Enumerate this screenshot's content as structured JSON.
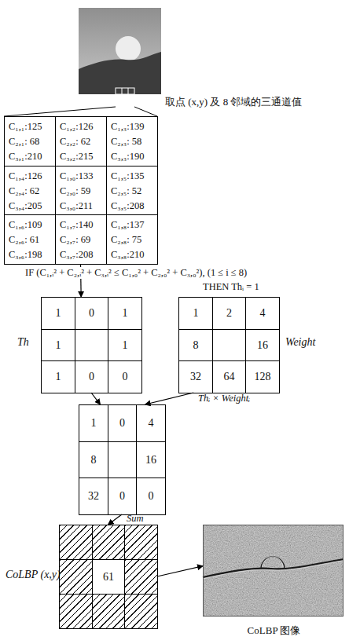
{
  "diagram": {
    "nodes": [
      {
        "text": []
      },
      {
        "text": [
          "C₁,₁:125",
          "C₂,₁: 68",
          "C₃,₁:210"
        ],
        "in": 0
      },
      {
        "text": [
          "C₁,₂:126",
          "C₂,₂: 62",
          "C₃,₂:215"
        ],
        "in": 0
      },
      {
        "text": [
          "C₁,₃:139",
          "C₂,₃: 58",
          "C₃,₃:190"
        ],
        "in": 0
      },
      {
        "text": [
          "C₁,₄:126",
          "C₂,₄: 62",
          "C₃,₄:205"
        ],
        "in": 0
      },
      {
        "text": [
          "C₁,₀:133",
          "C₂,₀: 59",
          "C₃,₀:211"
        ],
        "in": 0
      },
      {
        "text": [
          "C₁,₅:135",
          "C₂,₅: 52",
          "C₃,₅:208"
        ],
        "in": 0
      },
      {
        "text": [
          "C₁,₆:109",
          "C₂,₆: 61",
          "C₃,₆:198"
        ],
        "in": 0
      },
      {
        "text": [
          "C₁,₇:140",
          "C₂,₇: 69",
          "C₃,₇:208"
        ],
        "in": 0
      },
      {
        "text": [
          "C₁,₈:137",
          "C₂,₈: 75",
          "C₃,₈:210"
        ],
        "in": 0
      },
      {
        "text": [
          "Th"
        ]
      },
      {
        "text": [
          "1"
        ],
        "in": 10
      },
      {
        "text": [
          "0"
        ],
        "in": 10
      },
      {
        "text": [
          "1"
        ],
        "in": 10
      },
      {
        "text": [
          "1"
        ],
        "in": 10
      },
      {
        "text": [
          "1"
        ],
        "in": 10
      },
      {
        "text": [
          "1"
        ],
        "in": 10
      },
      {
        "text": [
          "0"
        ],
        "in": 10
      },
      {
        "text": [
          "0"
        ],
        "in": 10
      },
      {
        "text": [
          "Weight"
        ]
      },
      {
        "text": [
          "1"
        ],
        "in": 19
      },
      {
        "text": [
          "2"
        ],
        "in": 19
      },
      {
        "text": [
          "4"
        ],
        "in": 19
      },
      {
        "text": [
          "8"
        ],
        "in": 19
      },
      {
        "text": [
          "16"
        ],
        "in": 19
      },
      {
        "text": [
          "32"
        ],
        "in": 19
      },
      {
        "text": [
          "64"
        ],
        "in": 19
      },
      {
        "text": [
          "128"
        ],
        "in": 19
      },
      {
        "text": []
      },
      {
        "text": [
          "1"
        ],
        "in": 28
      },
      {
        "text": [
          "0"
        ],
        "in": 28
      },
      {
        "text": [
          "4"
        ],
        "in": 28
      },
      {
        "text": [
          "8"
        ],
        "in": 28
      },
      {
        "text": [
          "16"
        ],
        "in": 28
      },
      {
        "text": [
          "32"
        ],
        "in": 28
      },
      {
        "text": [
          "0"
        ],
        "in": 28
      },
      {
        "text": [
          "0"
        ],
        "in": 28
      },
      {
        "text": [
          "CoLBP (x,y)"
        ]
      },
      {
        "text": [
          "61"
        ],
        "in": 37
      },
      {
        "text": [
          "CoLBP 图像"
        ]
      }
    ],
    "edges": [
      {
        "from": 0,
        "to": 10,
        "arrow": "to",
        "label": "IF (C₁,ᵢ² + C₂,ᵢ² + C₃,ᵢ² ≤ C₁,₀² + C₂,₀² + C₃,₀²), (1 ≤ i ≤ 8)"
      },
      {
        "from": 10,
        "to": 28,
        "arrow": "to"
      },
      {
        "from": 19,
        "to": 28,
        "arrow": "to",
        "label": "Thᵢ × Weightᵢ"
      },
      {
        "from": 28,
        "to": 37,
        "arrow": "to",
        "label": "Sum"
      },
      {
        "from": 37,
        "to": 39,
        "arrow": "to"
      }
    ],
    "labels": [
      "取点 (x,y) 及 8 邻域的三通道值",
      "THEN Thᵢ = 1"
    ]
  }
}
